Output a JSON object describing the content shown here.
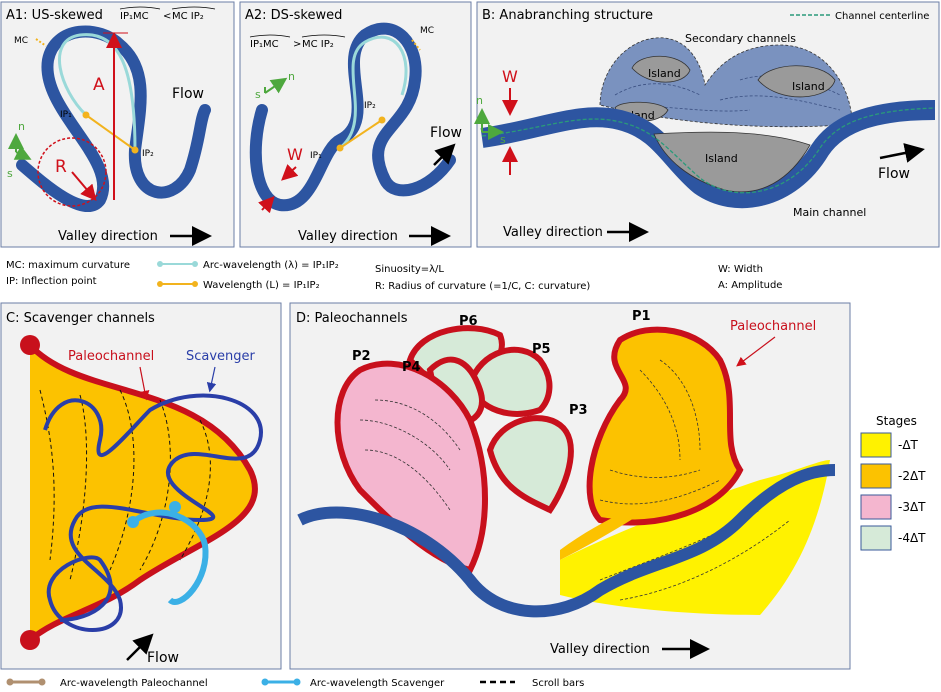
{
  "panels": {
    "a1": {
      "title": "A1: US-skewed",
      "ineq_left": "IP₁MC",
      "ineq_op": "<",
      "ineq_right": "MC IP₂",
      "mc": "MC",
      "amp": "A",
      "ip1": "IP₁",
      "ip2": "IP₂",
      "r": "R",
      "n": "n",
      "s": "s",
      "flow": "Flow",
      "valley": "Valley direction"
    },
    "a2": {
      "title": "A2: DS-skewed",
      "ineq_left": "IP₁MC",
      "ineq_op": ">",
      "ineq_right": "MC IP₂",
      "mc": "MC",
      "ip1": "IP₁",
      "ip2": "IP₂",
      "w": "W",
      "n": "n",
      "s": "s",
      "flow": "Flow",
      "valley": "Valley direction"
    },
    "b": {
      "title": "B: Anabranching structure",
      "centerline": "Channel centerline",
      "secondary": "Secondary channels",
      "island": "Island",
      "main_channel": "Main channel",
      "w": "W",
      "n": "n",
      "s": "s",
      "flow": "Flow",
      "valley": "Valley direction"
    },
    "c": {
      "title": "C: Scavenger channels",
      "paleo": "Paleochannel",
      "scav": "Scavenger",
      "flow": "Flow"
    },
    "d": {
      "title": "D: Paleochannels",
      "p1": "P1",
      "p2": "P2",
      "p3": "P3",
      "p4": "P4",
      "p5": "P5",
      "p6": "P6",
      "paleo": "Paleochannel",
      "valley": "Valley direction"
    }
  },
  "definitions": {
    "mc": "MC: maximum curvature",
    "ip": "IP: Inflection point",
    "arc": "Arc-wavelength (λ) = IP₁IP₂",
    "wavelength": "Wavelength (L) = IP₁IP₂",
    "sinuosity": "Sinuosity=λ/L",
    "radius": "R: Radius of curvature (=1/C, C: curvature)",
    "width": "W: Width",
    "amplitude": "A: Amplitude"
  },
  "stages": {
    "title": "Stages",
    "items": [
      {
        "label": "-ΔT",
        "color": "#fff200"
      },
      {
        "label": "-2ΔT",
        "color": "#fcc200"
      },
      {
        "label": "-3ΔT",
        "color": "#f4b6cf"
      },
      {
        "label": "-4ΔT",
        "color": "#d6ead8"
      }
    ]
  },
  "bottom_legend": {
    "paleo": "Arc-wavelength Paleochannel",
    "scav": "Arc-wavelength Scavenger",
    "scroll": "Scroll bars"
  },
  "colors": {
    "channel": "#2d55a1",
    "paleo_red": "#c8101c",
    "scavenger_blue": "#2a3ea8",
    "light_blue": "#3bb0e6",
    "yellow": "#fff200",
    "orange": "#fcc200",
    "pink": "#f4b6cf",
    "green": "#d6ead8",
    "arc_cyan": "#9ad9d9",
    "wl_gold": "#f2b31e",
    "arrow_green": "#4ea83e"
  }
}
